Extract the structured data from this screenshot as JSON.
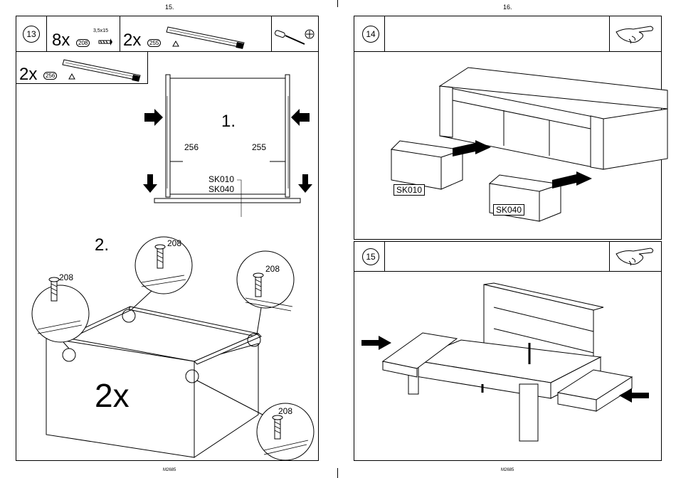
{
  "pages": [
    {
      "number": "15.",
      "footer": "M2685"
    },
    {
      "number": "16.",
      "footer": "M2685"
    }
  ],
  "step13": {
    "number": "13",
    "parts": [
      {
        "qty": "8x",
        "code": "208",
        "spec": "3,5x15"
      },
      {
        "qty": "2x",
        "code": "255"
      },
      {
        "qty": "2x",
        "code": "256"
      }
    ],
    "sub1": "1.",
    "sub2": "2.",
    "label256": "256",
    "label255": "255",
    "sk010": "SK010",
    "sk040": "SK040",
    "callouts": [
      "208",
      "208",
      "208",
      "208"
    ],
    "multiplier": "2x"
  },
  "step14": {
    "number": "14",
    "sk010": "SK010",
    "sk040": "SK040"
  },
  "step15": {
    "number": "15"
  },
  "icons": {
    "screwdriver": "screwdriver-icon",
    "hand": "pointing-hand-icon",
    "triangle": "warning-triangle-icon"
  }
}
